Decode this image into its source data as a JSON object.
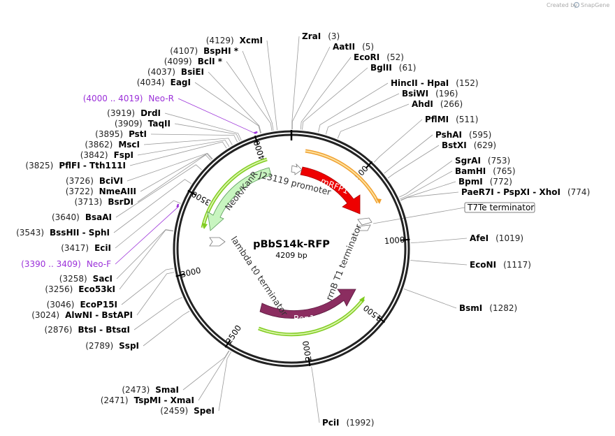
{
  "watermark": {
    "prefix": "Created by",
    "brand": "SnapGene"
  },
  "plasmid": {
    "name": "pBbS14k-RFP",
    "size_label": "4209 bp",
    "length": 4209
  },
  "colors": {
    "mRFP1": "#ee0000",
    "NeoR": "#c8f5c0",
    "Rep101": "#8b2d60",
    "orange_arc": "#f0a030",
    "green_arc": "#80cc20",
    "primer": "#9b30d9"
  },
  "ticks": [
    "500",
    "1000",
    "1500",
    "2000",
    "2500",
    "3000",
    "3500",
    "4000"
  ],
  "features": {
    "mRFP1": "mRFP1",
    "neor": "NeoR/KanR",
    "rep101": "Rep101",
    "j23119": "J23119 promoter",
    "rrnb": "rrnB T1 terminator",
    "lambda": "lambda t0 terminator",
    "t7te": "T7Te terminator"
  },
  "primers": [
    {
      "pos": "(4000 .. 4019)",
      "name": "Neo-R"
    },
    {
      "pos": "(3390 .. 3409)",
      "name": "Neo-F"
    }
  ],
  "sites_right": [
    {
      "name": "ZraI",
      "pos": "(3)"
    },
    {
      "name": "AatII",
      "pos": "(5)"
    },
    {
      "name": "EcoRI",
      "pos": "(52)"
    },
    {
      "name": "BglII",
      "pos": "(61)"
    },
    {
      "name": "HincII  -  HpaI",
      "pos": "(152)"
    },
    {
      "name": "BsiWI",
      "pos": "(196)"
    },
    {
      "name": "AhdI",
      "pos": "(266)"
    },
    {
      "name": "PflMI",
      "pos": "(511)"
    },
    {
      "name": "PshAI",
      "pos": "(595)"
    },
    {
      "name": "BstXI",
      "pos": "(629)"
    },
    {
      "name": "SgrAI",
      "pos": "(753)"
    },
    {
      "name": "BamHI",
      "pos": "(765)"
    },
    {
      "name": "BpmI",
      "pos": "(772)"
    },
    {
      "name": "PaeR7I  -  PspXI  -  XhoI",
      "pos": "(774)"
    },
    {
      "name": "AfeI",
      "pos": "(1019)"
    },
    {
      "name": "EcoNI",
      "pos": "(1117)"
    },
    {
      "name": "BsmI",
      "pos": "(1282)"
    },
    {
      "name": "PciI",
      "pos": "(1992)"
    }
  ],
  "sites_left": [
    {
      "pos": "(4129)",
      "name": "XcmI"
    },
    {
      "pos": "(4107)",
      "name": "BspHI *"
    },
    {
      "pos": "(4099)",
      "name": "BclI *"
    },
    {
      "pos": "(4037)",
      "name": "BsiEI"
    },
    {
      "pos": "(4034)",
      "name": "EagI"
    },
    {
      "pos": "(3919)",
      "name": "DrdI"
    },
    {
      "pos": "(3909)",
      "name": "TaqII"
    },
    {
      "pos": "(3895)",
      "name": "PstI"
    },
    {
      "pos": "(3862)",
      "name": "MscI"
    },
    {
      "pos": "(3842)",
      "name": "FspI"
    },
    {
      "pos": "(3825)",
      "name": "PflFI  -  Tth111I"
    },
    {
      "pos": "(3726)",
      "name": "BciVI"
    },
    {
      "pos": "(3722)",
      "name": "NmeAIII"
    },
    {
      "pos": "(3713)",
      "name": "BsrDI"
    },
    {
      "pos": "(3640)",
      "name": "BsaAI"
    },
    {
      "pos": "(3543)",
      "name": "BssHII  -  SphI"
    },
    {
      "pos": "(3417)",
      "name": "EciI"
    },
    {
      "pos": "(3258)",
      "name": "SacI"
    },
    {
      "pos": "(3256)",
      "name": "Eco53kI"
    },
    {
      "pos": "(3046)",
      "name": "EcoP15I"
    },
    {
      "pos": "(3024)",
      "name": "AlwNI  -  BstAPI"
    },
    {
      "pos": "(2876)",
      "name": "BtsI  -  BtsαI"
    },
    {
      "pos": "(2789)",
      "name": "SspI"
    },
    {
      "pos": "(2473)",
      "name": "SmaI"
    },
    {
      "pos": "(2471)",
      "name": "TspMI  -  XmaI"
    },
    {
      "pos": "(2459)",
      "name": "SpeI"
    }
  ]
}
